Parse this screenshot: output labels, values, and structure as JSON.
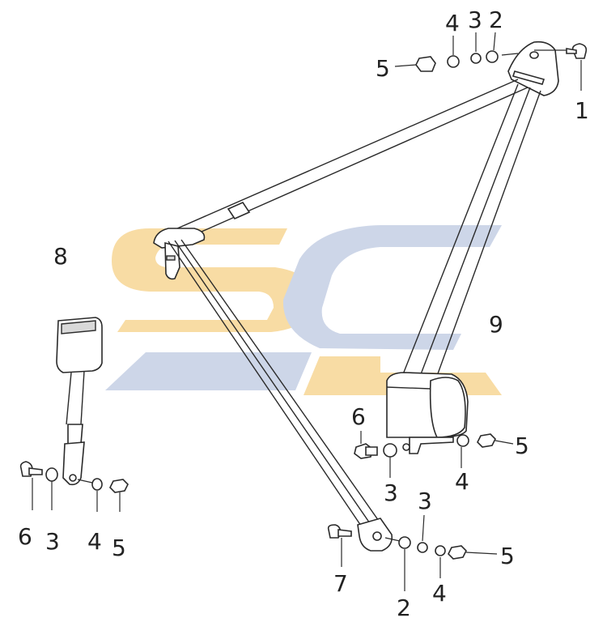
{
  "watermark": {
    "yellow": "#f8dca4",
    "blue": "#cdd6e8"
  },
  "callouts": {
    "top_2": "2",
    "top_3": "3",
    "top_4": "4",
    "top_5": "5",
    "top_1": "1",
    "buckle_8": "8",
    "retractor_9": "9",
    "retractor_6": "6",
    "retractor_3": "3",
    "retractor_4": "4",
    "retractor_5": "5",
    "buckle_6": "6",
    "buckle_3": "3",
    "buckle_4": "4",
    "buckle_5": "5",
    "lower_3": "3",
    "lower_7": "7",
    "lower_2": "2",
    "lower_4": "4",
    "lower_5": "5"
  }
}
